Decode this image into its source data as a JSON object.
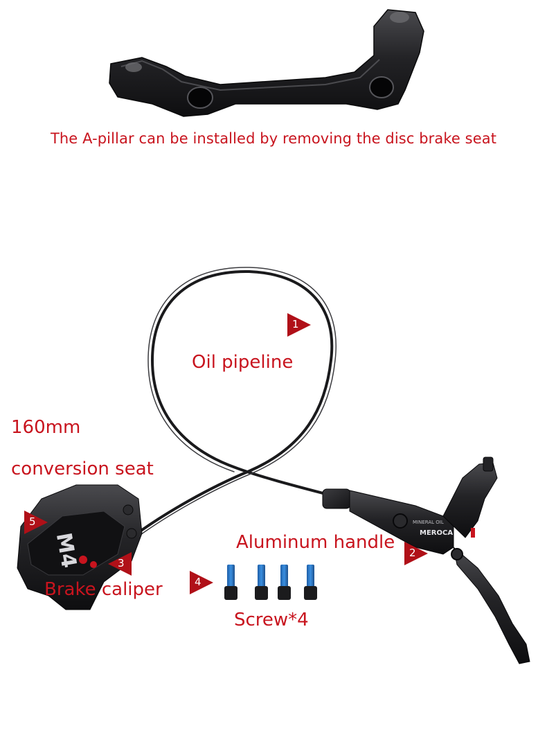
{
  "top_caption": "The A-pillar can be installed by removing the disc brake seat",
  "labels": {
    "oil_pipeline": "Oil pipeline",
    "seat_line1": "160mm",
    "seat_line2": "conversion seat",
    "aluminum_handle": "Aluminum handle",
    "brake_caliper": "Brake caliper",
    "screw": "Screw*4"
  },
  "markers": {
    "m1": "1",
    "m2": "2",
    "m3": "3",
    "m4": "4",
    "m5": "5"
  },
  "product_text": {
    "caliper_model": "M4",
    "lever_brand": "MEROCA",
    "lever_fluid": "MINERAL OIL"
  },
  "colors": {
    "accent_red": "#c8141e",
    "part_black": "#1b1b1d",
    "screw_blue": "#2f7fd4"
  }
}
